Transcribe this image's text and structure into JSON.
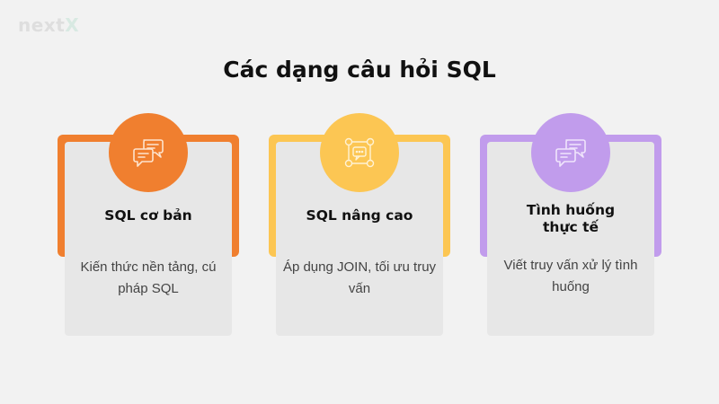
{
  "logo": {
    "text_main": "next",
    "text_accent": "X"
  },
  "title": "Các dạng câu hỏi SQL",
  "colors": {
    "background": "#f2f2f2",
    "inner_card": "#e7e7e7",
    "card1_accent": "#f07f2f",
    "card2_accent": "#fcc653",
    "card3_accent": "#c19cec"
  },
  "cards": [
    {
      "icon": "chat-bubbles-icon",
      "title": "SQL cơ bản",
      "description": "Kiến thức nền tảng, cú pháp SQL"
    },
    {
      "icon": "network-chat-icon",
      "title": "SQL nâng cao",
      "description": "Áp dụng JOIN, tối ưu truy vấn"
    },
    {
      "icon": "chat-bubbles-icon",
      "title": "Tình huống thực tế",
      "description": "Viết truy vấn xử lý tình huống"
    }
  ]
}
